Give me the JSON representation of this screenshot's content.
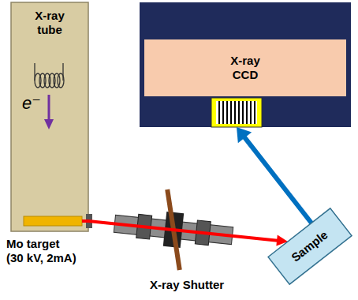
{
  "diagram": {
    "nodes": [
      {
        "text": [
          "X-ray tube"
        ]
      },
      {
        "text": [
          "X-ray CCD"
        ]
      },
      {
        "text": [
          "Sample"
        ]
      }
    ],
    "edges": [
      {
        "from": 0,
        "to": 2,
        "arrow": "to"
      },
      {
        "from": 2,
        "to": 1,
        "arrow": "to"
      }
    ],
    "labels": [
      "e⁻",
      "Mo target (30 kV, 2mA)",
      "X-ray Shutter"
    ]
  }
}
